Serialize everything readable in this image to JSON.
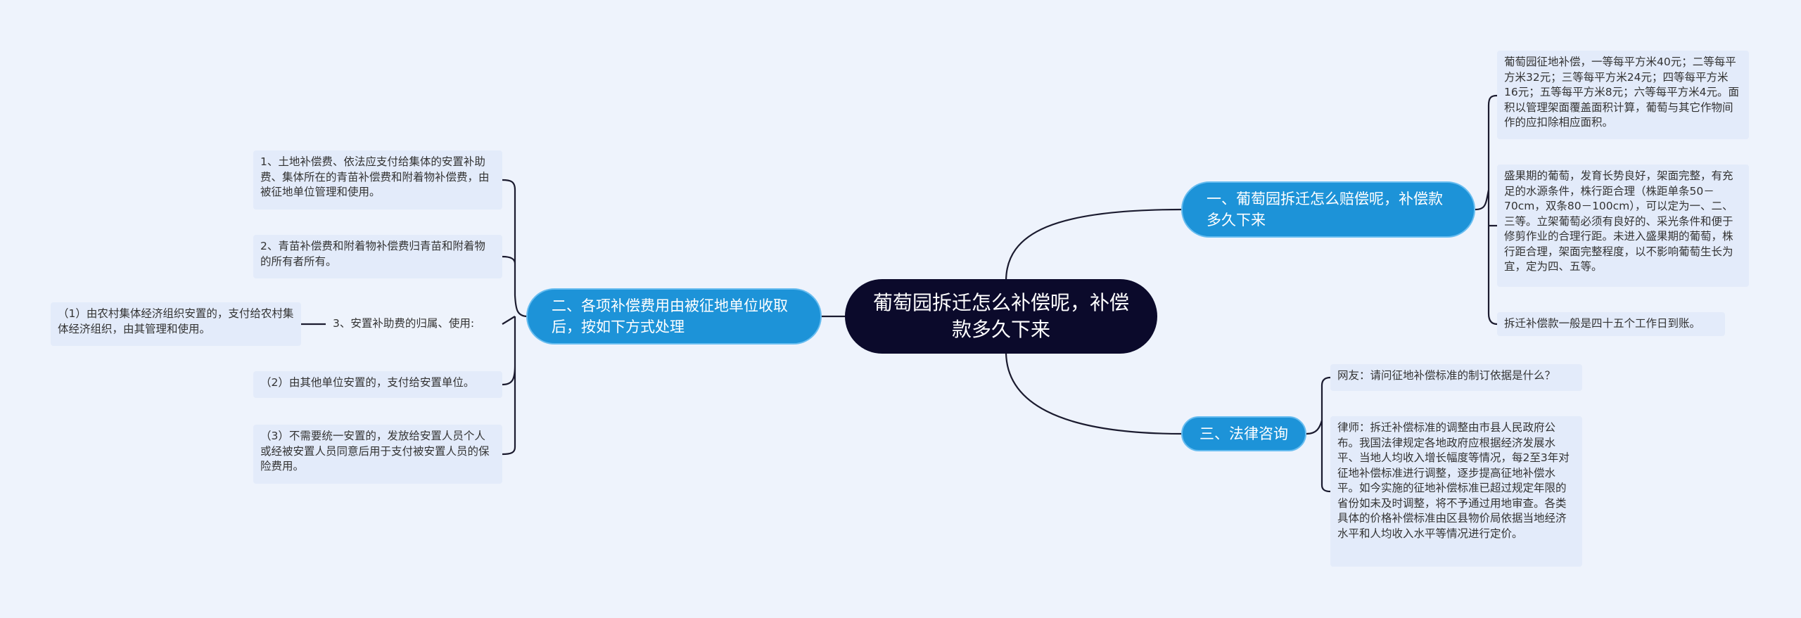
{
  "root": {
    "title": "葡萄园拆迁怎么补偿呢，补偿款多久下来"
  },
  "branches": {
    "one": {
      "label": "一、葡萄园拆迁怎么赔偿呢，补偿款多久下来"
    },
    "two": {
      "label": "二、各项补偿费用由被征地单位收取后，按如下方式处理"
    },
    "three": {
      "label": "三、法律咨询"
    }
  },
  "branch_one_leaves": [
    "葡萄园征地补偿，一等每平方米40元；二等每平方米32元；三等每平方米24元；四等每平方米16元；五等每平方米8元；六等每平方米4元。面积以管理架面覆盖面积计算，葡萄与其它作物间作的应扣除相应面积。",
    "盛果期的葡萄，发育长势良好，架面完整，有充足的水源条件，株行距合理（株距单条50－70cm，双条80－100cm），可以定为一、二、三等。立架葡萄必须有良好的、采光条件和便于修剪作业的合理行距。未进入盛果期的葡萄，株行距合理，架面完整程度，以不影响葡萄生长为宜，定为四、五等。",
    "拆迁补偿款一般是四十五个工作日到账。"
  ],
  "branch_two_leaves": [
    "1、土地补偿费、依法应支付给集体的安置补助费、集体所在的青苗补偿费和附着物补偿费，由被征地单位管理和使用。",
    "2、青苗补偿费和附着物补偿费归青苗和附着物的所有者所有。",
    "3、安置补助费的归属、使用:",
    "（2）由其他单位安置的，支付给安置单位。",
    "（3）不需要统一安置的，发放给安置人员个人或经被安置人员同意后用于支付被安置人员的保险费用。"
  ],
  "branch_two_sub": "（1）由农村集体经济组织安置的，支付给农村集体经济组织，由其管理和使用。",
  "branch_three_leaves": [
    "网友：请问征地补偿标准的制订依据是什么？",
    "律师：拆迁补偿标准的调整由市县人民政府公布。我国法律规定各地政府应根据经济发展水平、当地人均收入增长幅度等情况，每2至3年对征地补偿标准进行调整，逐步提高征地补偿水平。如今实施的征地补偿标准已超过规定年限的省份如未及时调整，将不予通过用地审查。各类具体的价格补偿标准由区县物价局依据当地经济水平和人均收入水平等情况进行定价。"
  ],
  "colors": {
    "background": "#eef3fc",
    "root": "#0b0a2b",
    "branch": "#1d93d8",
    "leaf": "#e3ebfa",
    "line": "#1b1b2f"
  }
}
